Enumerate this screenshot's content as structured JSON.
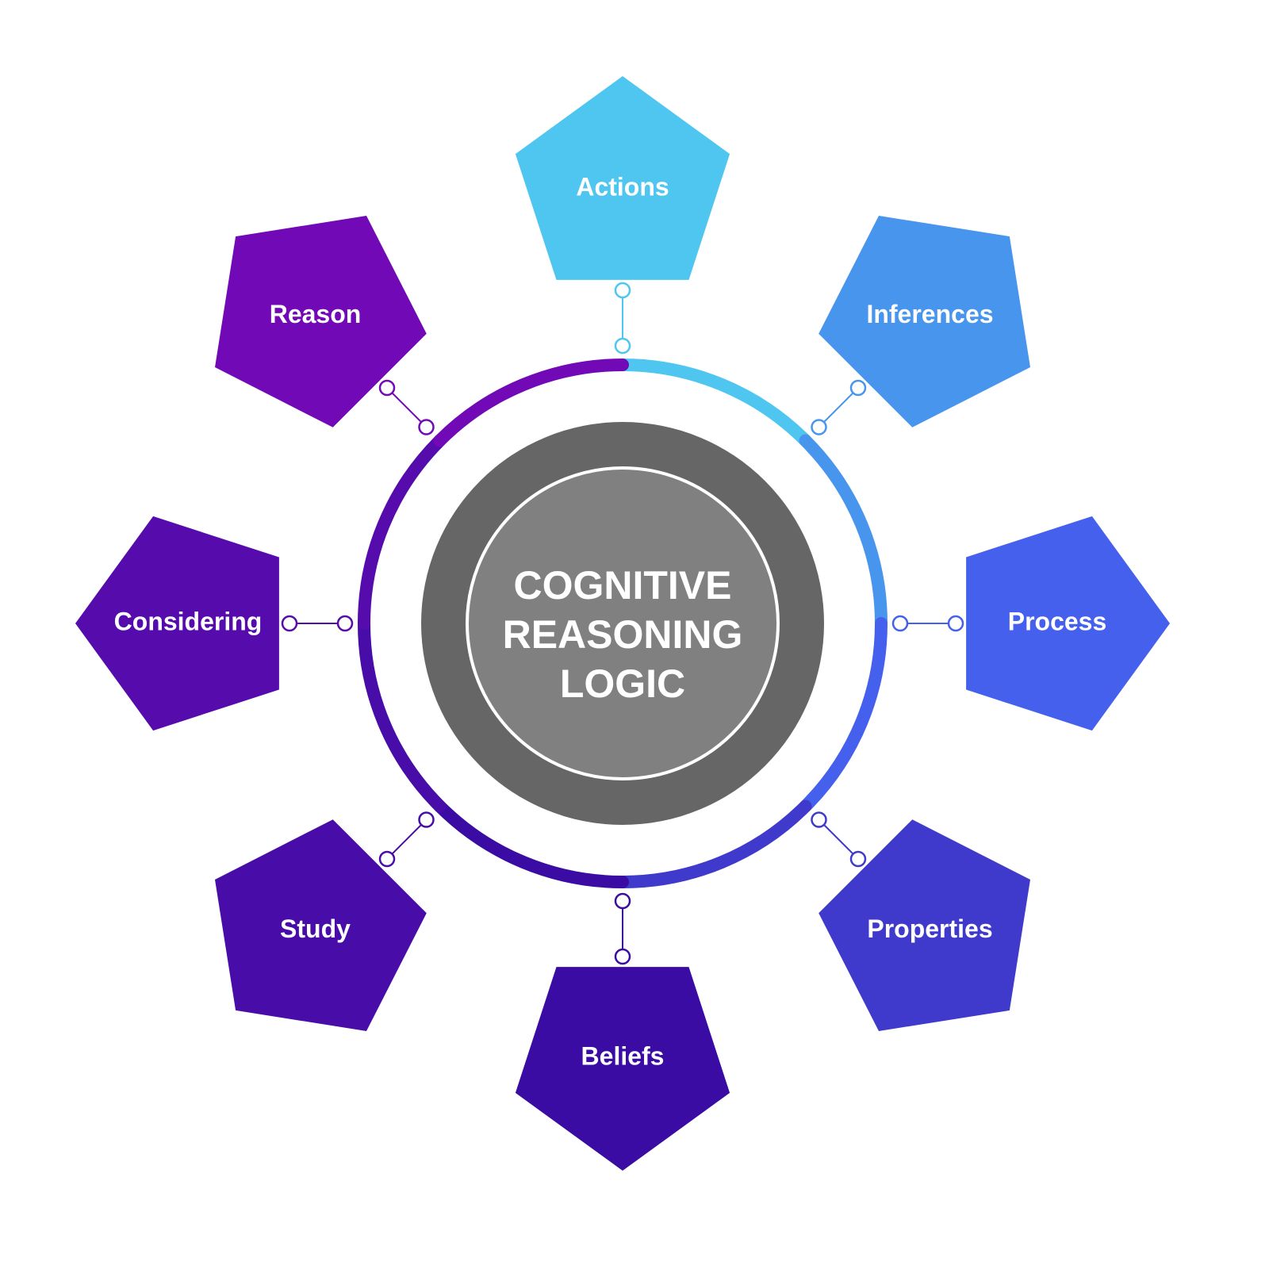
{
  "title_lines": [
    "COGNITIVE",
    "REASONING",
    "LOGIC"
  ],
  "colors": {
    "outer_disc": "#666666",
    "inner_disc": "#808080",
    "inner_disc_border": "#ffffff"
  },
  "nodes": [
    {
      "label": "Actions",
      "color": "#4ec6f0"
    },
    {
      "label": "Inferences",
      "color": "#4895ed"
    },
    {
      "label": "Process",
      "color": "#4460ec"
    },
    {
      "label": "Properties",
      "color": "#3f3acb"
    },
    {
      "label": "Beliefs",
      "color": "#3a0ca3"
    },
    {
      "label": "Study",
      "color": "#480ca8"
    },
    {
      "label": "Considering",
      "color": "#560bad"
    },
    {
      "label": "Reason",
      "color": "#7209b7"
    }
  ]
}
